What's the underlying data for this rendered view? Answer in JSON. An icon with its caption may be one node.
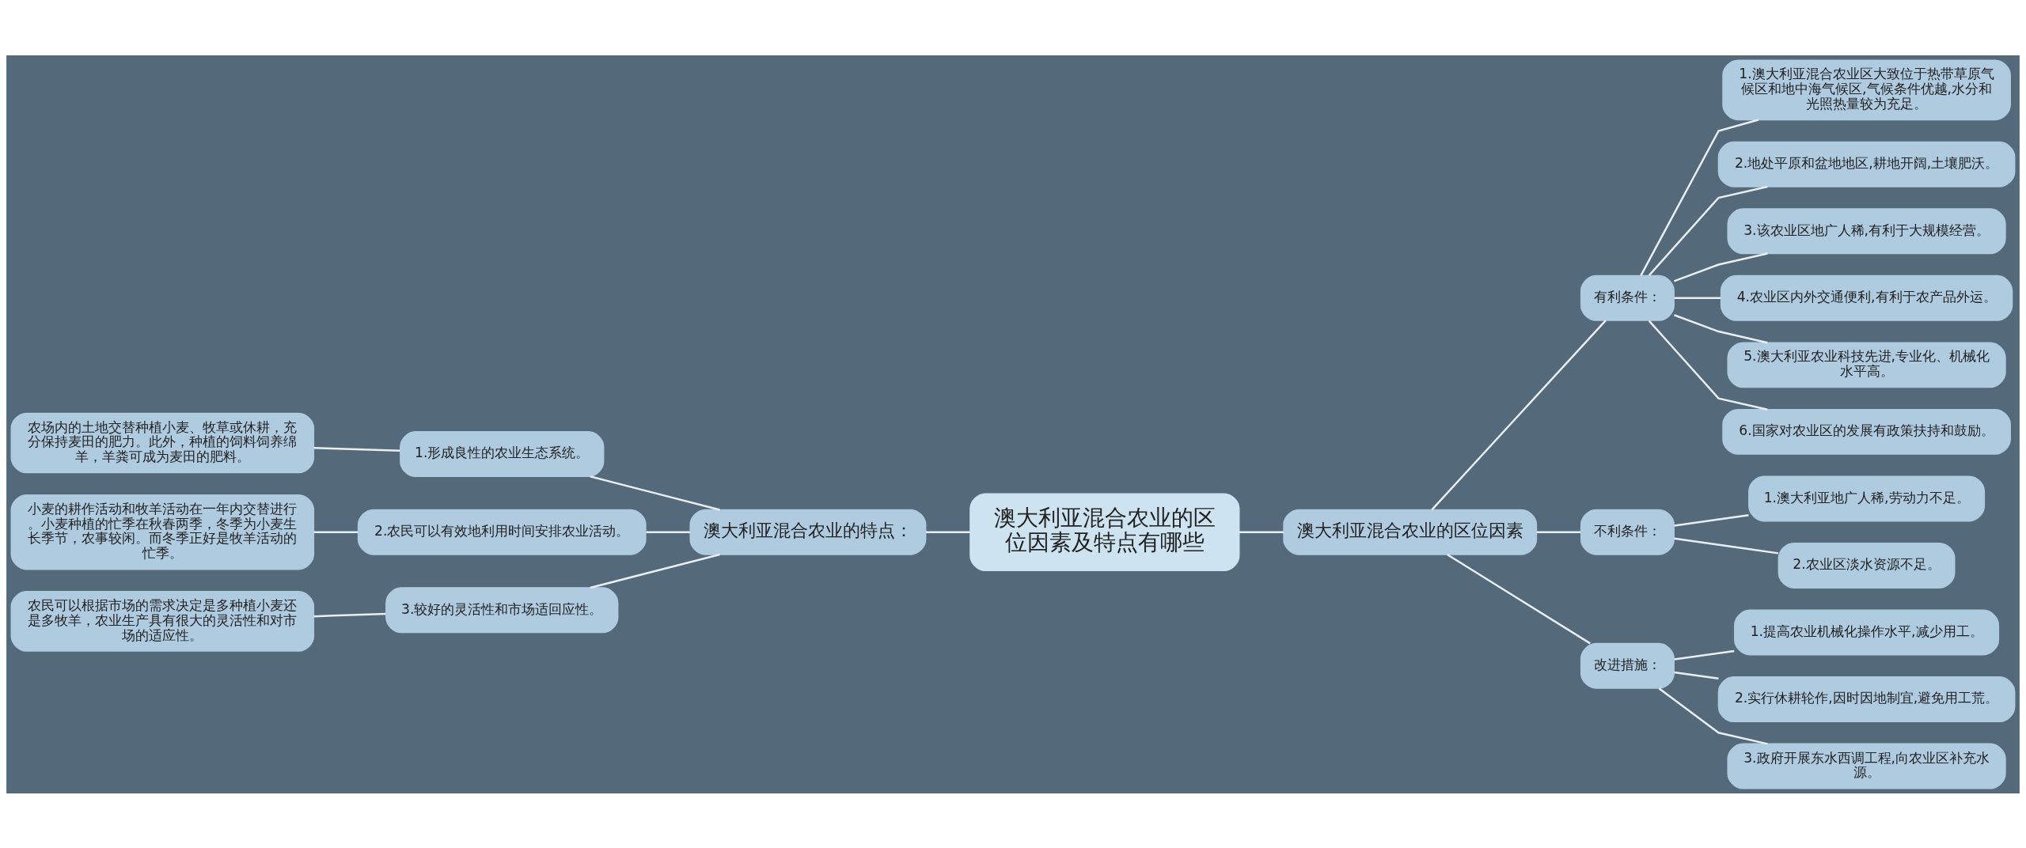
{
  "diagram": {
    "nodes": [
      {
        "text": [
          "澳大利亚混合农业的区位因素及特点有哪些"
        ]
      },
      {
        "text": [
          "澳大利亚混合农业的特点："
        ]
      },
      {
        "text": [
          "1.形成良性的农业生态系统。"
        ]
      },
      {
        "text": [
          "农场内的土地交替种植小麦、牧草或休耕，充分保持麦田的肥力。此外，种植的饲料饲养绵羊，羊粪可成为麦田的肥料。"
        ]
      },
      {
        "text": [
          "2.农民可以有效地利用时间安排农业活动。"
        ]
      },
      {
        "text": [
          "小麦的耕作活动和牧羊活动在一年内交替进行。小麦种植的忙季在秋春两季，冬季为小麦生长季节，农事较闲。而冬季正好是牧羊活动的忙季。"
        ]
      },
      {
        "text": [
          "3.较好的灵活性和市场适回应性。"
        ]
      },
      {
        "text": [
          "农民可以根据市场的需求决定是多种植小麦还是多牧羊，农业生产具有很大的灵活性和对市场的适应性。"
        ]
      },
      {
        "text": [
          "澳大利亚混合农业的区位因素"
        ]
      },
      {
        "text": [
          "有利条件："
        ]
      },
      {
        "text": [
          "1.澳大利亚混合农业区大致位于热带草原气候区和地中海气候区,气候条件优越,水分和光照热量较为充足。"
        ]
      },
      {
        "text": [
          "2.地处平原和盆地地区,耕地开阔,土壤肥沃。"
        ]
      },
      {
        "text": [
          "3.该农业区地广人稀,有利于大规模经营。"
        ]
      },
      {
        "text": [
          "4.农业区内外交通便利,有利于农产品外运。"
        ]
      },
      {
        "text": [
          "5.澳大利亚农业科技先进,专业化、机械化水平高。"
        ]
      },
      {
        "text": [
          "6.国家对农业区的发展有政策扶持和鼓励。"
        ]
      },
      {
        "text": [
          "不利条件："
        ]
      },
      {
        "text": [
          "1.澳大利亚地广人稀,劳动力不足。"
        ]
      },
      {
        "text": [
          "2.农业区淡水资源不足。"
        ]
      },
      {
        "text": [
          "改进措施："
        ]
      },
      {
        "text": [
          "1.提高农业机械化操作水平,减少用工。"
        ]
      },
      {
        "text": [
          "2.实行休耕轮作,因时因地制宜,避免用工荒。"
        ]
      },
      {
        "text": [
          "3.政府开展东水西调工程,向农业区补充水源。"
        ]
      }
    ],
    "edges": [
      {
        "from": 0,
        "to": 1,
        "arrow": "none"
      },
      {
        "from": 1,
        "to": 2,
        "arrow": "none"
      },
      {
        "from": 2,
        "to": 3,
        "arrow": "none"
      },
      {
        "from": 1,
        "to": 4,
        "arrow": "none"
      },
      {
        "from": 4,
        "to": 5,
        "arrow": "none"
      },
      {
        "from": 1,
        "to": 6,
        "arrow": "none"
      },
      {
        "from": 6,
        "to": 7,
        "arrow": "none"
      },
      {
        "from": 0,
        "to": 8,
        "arrow": "none"
      },
      {
        "from": 8,
        "to": 9,
        "arrow": "none"
      },
      {
        "from": 9,
        "to": 10,
        "arrow": "none"
      },
      {
        "from": 9,
        "to": 11,
        "arrow": "none"
      },
      {
        "from": 9,
        "to": 12,
        "arrow": "none"
      },
      {
        "from": 9,
        "to": 13,
        "arrow": "none"
      },
      {
        "from": 9,
        "to": 14,
        "arrow": "none"
      },
      {
        "from": 9,
        "to": 15,
        "arrow": "none"
      },
      {
        "from": 8,
        "to": 16,
        "arrow": "none"
      },
      {
        "from": 16,
        "to": 17,
        "arrow": "none"
      },
      {
        "from": 16,
        "to": 18,
        "arrow": "none"
      },
      {
        "from": 8,
        "to": 19,
        "arrow": "none"
      },
      {
        "from": 19,
        "to": 20,
        "arrow": "none"
      },
      {
        "from": 19,
        "to": 21,
        "arrow": "none"
      },
      {
        "from": 19,
        "to": 22,
        "arrow": "none"
      }
    ]
  }
}
